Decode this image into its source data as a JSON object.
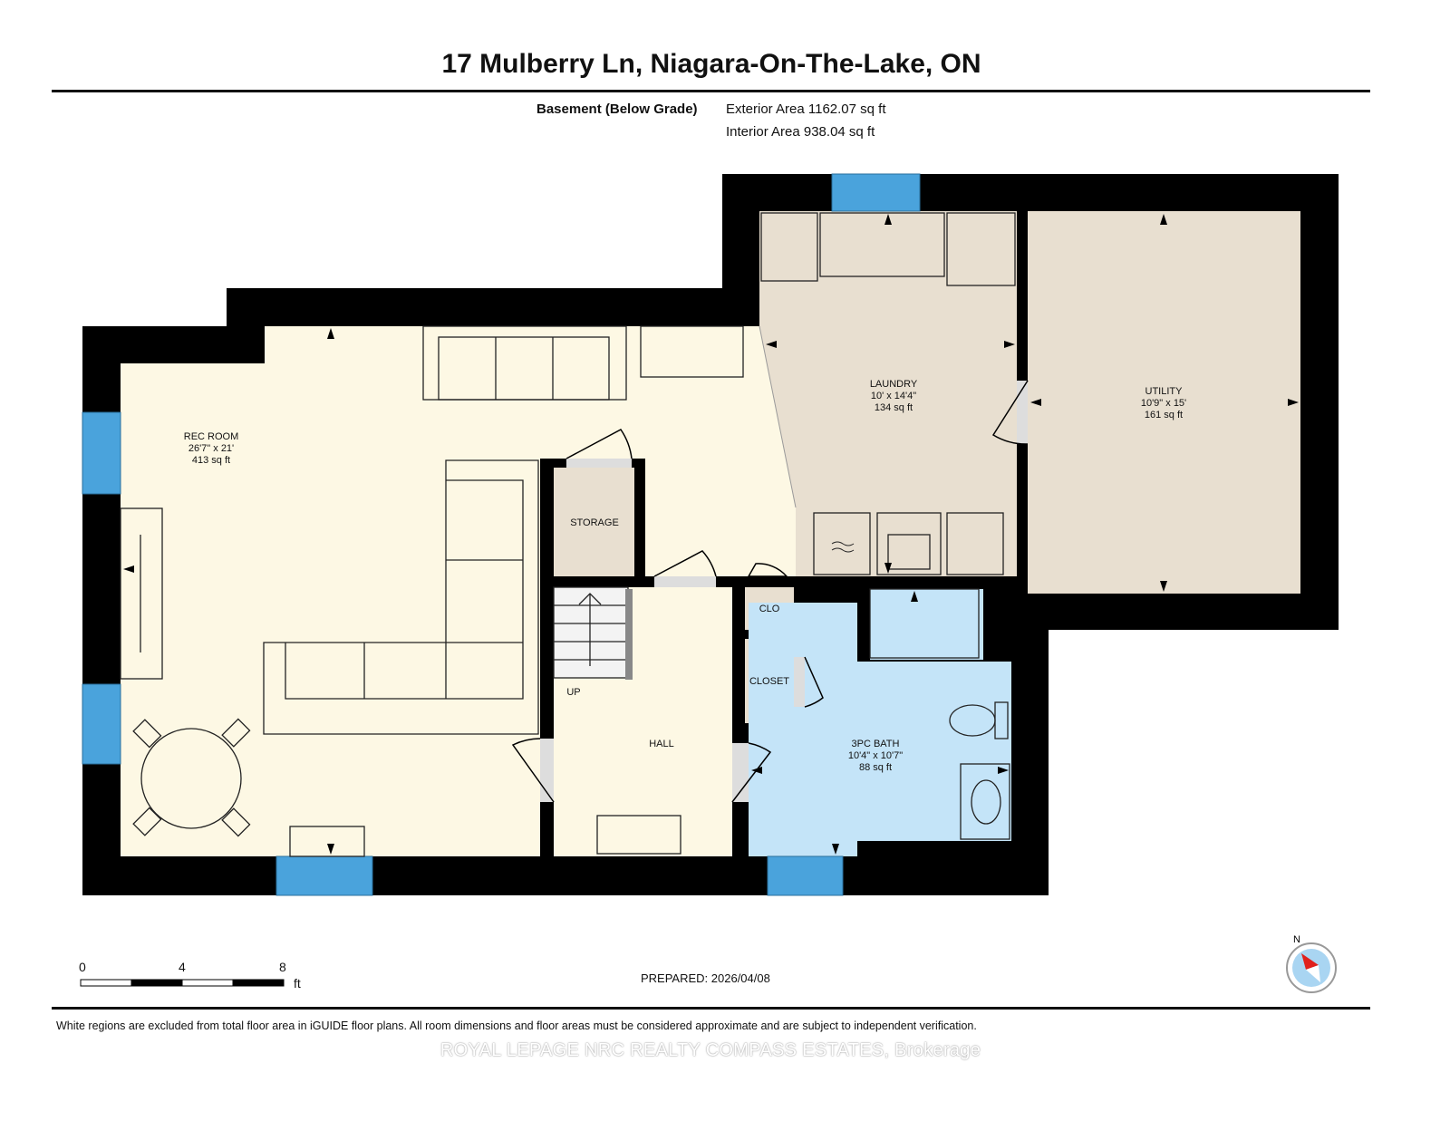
{
  "header": {
    "title": "17 Mulberry Ln, Niagara-On-The-Lake, ON",
    "floor_name": "Basement (Below Grade)",
    "exterior_area": "Exterior Area 1162.07 sq ft",
    "interior_area": "Interior Area 938.04 sq ft"
  },
  "rooms": {
    "rec_room": {
      "name": "REC ROOM",
      "dims": "26'7\" x 21'",
      "area": "413 sq ft"
    },
    "laundry": {
      "name": "LAUNDRY",
      "dims": "10' x 14'4\"",
      "area": "134 sq ft"
    },
    "utility": {
      "name": "UTILITY",
      "dims": "10'9\" x 15'",
      "area": "161 sq ft"
    },
    "bath": {
      "name": "3PC BATH",
      "dims": "10'4\" x 10'7\"",
      "area": "88 sq ft"
    },
    "storage": {
      "name": "STORAGE"
    },
    "clo": {
      "name": "CLO"
    },
    "closet": {
      "name": "CLOSET"
    },
    "hall": {
      "name": "HALL"
    },
    "stairs": {
      "name": "UP"
    }
  },
  "scale": {
    "ticks": [
      "0",
      "4",
      "8"
    ],
    "unit": "ft"
  },
  "compass": {
    "label": "N"
  },
  "footer": {
    "prepared": "PREPARED: 2026/04/08",
    "disclaimer": "White regions are excluded from total floor area in iGUIDE floor plans. All room dimensions and floor areas must be considered approximate and are subject to independent verification.",
    "brokerage": "ROYAL LEPAGE NRC REALTY COMPASS ESTATES, Brokerage"
  },
  "colors": {
    "wall": "#000000",
    "rec_floor": "#fdf8e4",
    "utility_floor": "#e8dfd0",
    "bath_floor": "#c4e4f8",
    "window": "#4aa3dc"
  }
}
